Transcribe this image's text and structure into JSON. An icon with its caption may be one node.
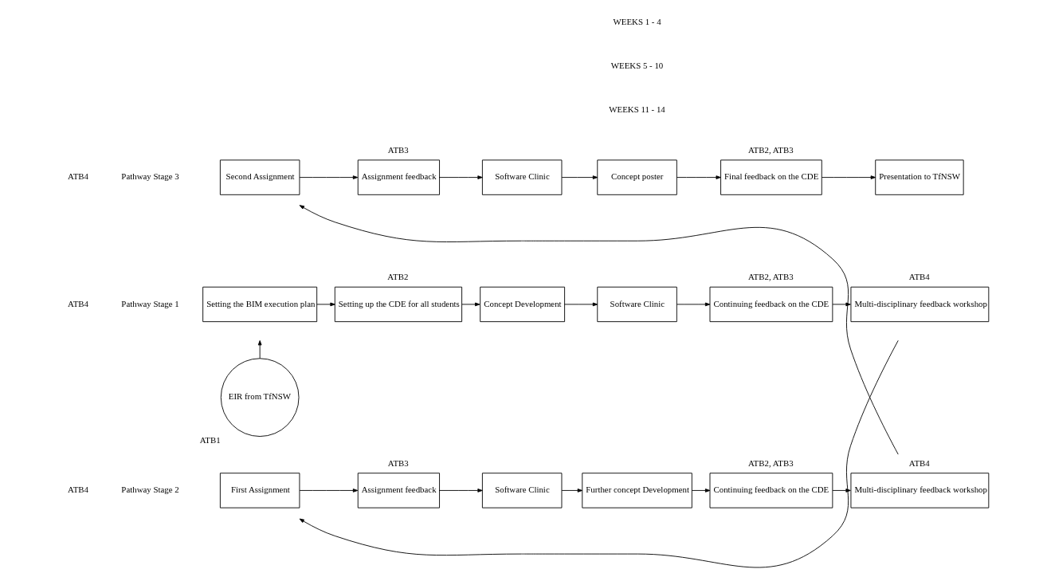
{
  "diagram": {
    "nodes": [
      {
        "text": [
          "Second Assignment"
        ]
      },
      {
        "text": [
          "Assignment feedback"
        ],
        "beside": [
          "ATB3"
        ]
      },
      {
        "text": [
          "Software Clinic"
        ]
      },
      {
        "text": [
          "Concept poster"
        ]
      },
      {
        "text": [
          "Final feedback on the CDE"
        ],
        "beside": [
          "ATB2, ATB3"
        ]
      },
      {
        "text": [
          "Presentation to TfNSW"
        ]
      },
      {
        "text": [
          "First Assignment"
        ]
      },
      {
        "text": [
          "Assignment feedback"
        ],
        "beside": [
          "ATB3"
        ]
      },
      {
        "text": [
          "Software Clinic"
        ]
      },
      {
        "text": [
          "Further concept Development"
        ]
      },
      {
        "text": [
          "Continuing feedback on the CDE"
        ],
        "beside": [
          "ATB2, ATB3"
        ]
      },
      {
        "text": [
          "Multi-disciplinary feedback workshop"
        ],
        "beside": [
          "ATB4"
        ]
      },
      {
        "text": [
          "Setting the BIM execution plan"
        ]
      },
      {
        "text": [
          "Setting up the CDE for all students"
        ],
        "beside": [
          "ATB2"
        ]
      },
      {
        "text": [
          "Concept Development"
        ]
      },
      {
        "text": [
          "Software Clinic"
        ]
      },
      {
        "text": [
          "Continuing feedback on the CDE"
        ],
        "beside": [
          "ATB2, ATB3"
        ]
      },
      {
        "text": [
          "Multi-disciplinary feedback workshop"
        ],
        "beside": [
          "ATB4"
        ]
      },
      {
        "text": [
          "EIR from TfNSW"
        ],
        "beside": [
          "ATB1"
        ]
      }
    ],
    "edges": [
      {
        "from": 0,
        "to": 1,
        "arrow": "to"
      },
      {
        "from": 1,
        "to": 2,
        "arrow": "to"
      },
      {
        "from": 2,
        "to": 3,
        "arrow": "to"
      },
      {
        "from": 3,
        "to": 4,
        "arrow": "to"
      },
      {
        "from": 4,
        "to": 5,
        "arrow": "to"
      },
      {
        "from": 11,
        "to": 0,
        "arrow": "to"
      },
      {
        "from": 6,
        "to": 7,
        "arrow": "to"
      },
      {
        "from": 7,
        "to": 8,
        "arrow": "to"
      },
      {
        "from": 8,
        "to": 9,
        "arrow": "to"
      },
      {
        "from": 9,
        "to": 10,
        "arrow": "to"
      },
      {
        "from": 10,
        "to": 11,
        "arrow": "to"
      },
      {
        "from": 17,
        "to": 6,
        "arrow": "to"
      },
      {
        "from": 12,
        "to": 13,
        "arrow": "to"
      },
      {
        "from": 13,
        "to": 14,
        "arrow": "to"
      },
      {
        "from": 14,
        "to": 15,
        "arrow": "to"
      },
      {
        "from": 15,
        "to": 16,
        "arrow": "to"
      },
      {
        "from": 16,
        "to": 17,
        "arrow": "to"
      },
      {
        "from": 18,
        "to": 12,
        "arrow": "to"
      }
    ],
    "labels": [
      "ATB4",
      "Pathway Stage 3",
      "WEEKS 11 - 14",
      "ATB4",
      "Pathway Stage 2",
      "WEEKS 5 - 10",
      "ATB4",
      "Pathway Stage 1",
      "WEEKS 1 - 4"
    ]
  }
}
